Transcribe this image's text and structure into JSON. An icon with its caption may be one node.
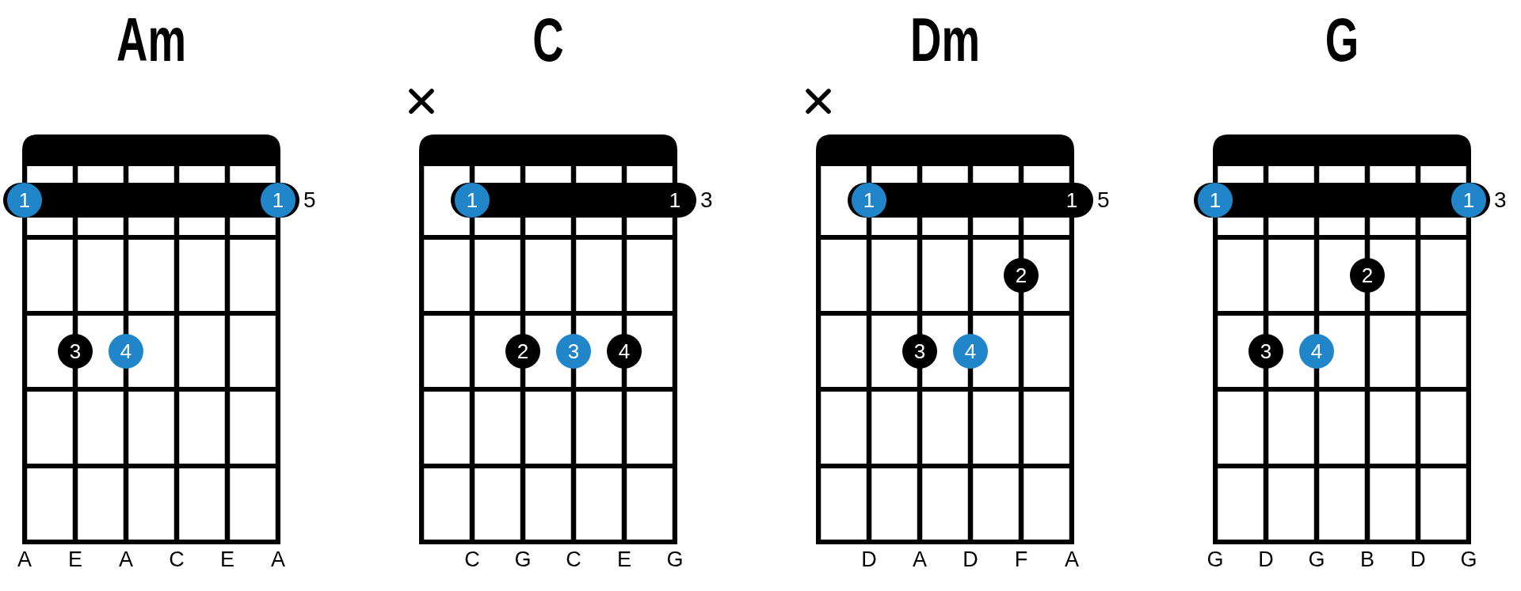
{
  "diagram": {
    "nodes": [
      {
        "text": [
          "Am"
        ],
        "beside": [
          "A",
          "E",
          "A",
          "C",
          "E",
          "A"
        ]
      },
      {
        "text": [],
        "shape": "bar",
        "in": 0,
        "beside": [
          "5"
        ]
      },
      {
        "text": [
          "1"
        ],
        "in": 1
      },
      {
        "text": [
          "1"
        ],
        "in": 1
      },
      {
        "text": [
          "3"
        ],
        "in": 0
      },
      {
        "text": [
          "4"
        ],
        "in": 0
      },
      {
        "text": [
          "C"
        ],
        "beside": [
          "C",
          "G",
          "C",
          "E",
          "G"
        ]
      },
      {
        "text": [
          "1"
        ],
        "in": 6,
        "beside": [
          "3"
        ]
      },
      {
        "text": [
          "1"
        ],
        "in": 7
      },
      {
        "text": [
          "2"
        ],
        "in": 6
      },
      {
        "text": [
          "3"
        ],
        "in": 6
      },
      {
        "text": [
          "4"
        ],
        "in": 6
      },
      {
        "text": [
          "Dm"
        ],
        "beside": [
          "D",
          "A",
          "D",
          "F",
          "A"
        ]
      },
      {
        "text": [
          "1"
        ],
        "in": 12,
        "beside": [
          "5"
        ]
      },
      {
        "text": [
          "1"
        ],
        "in": 13
      },
      {
        "text": [
          "2"
        ],
        "in": 12
      },
      {
        "text": [
          "3"
        ],
        "in": 12
      },
      {
        "text": [
          "4"
        ],
        "in": 12
      },
      {
        "text": [
          "G"
        ],
        "beside": [
          "G",
          "D",
          "G",
          "B",
          "D",
          "G"
        ]
      },
      {
        "text": [],
        "shape": "bar",
        "in": 18,
        "beside": [
          "3"
        ]
      },
      {
        "text": [
          "1"
        ],
        "in": 19
      },
      {
        "text": [
          "1"
        ],
        "in": 19
      },
      {
        "text": [
          "2"
        ],
        "in": 18
      },
      {
        "text": [
          "3"
        ],
        "in": 18
      },
      {
        "text": [
          "4"
        ],
        "in": 18
      }
    ]
  }
}
